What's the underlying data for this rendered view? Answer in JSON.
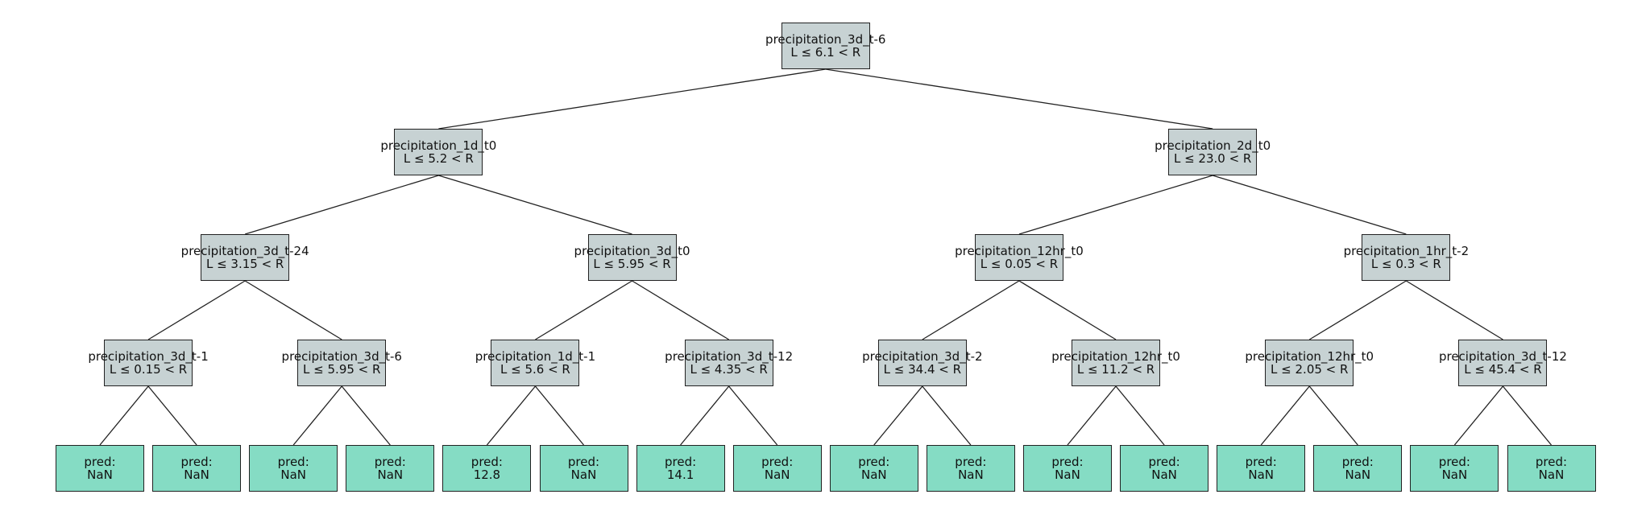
{
  "tree": {
    "split_nodes": [
      {
        "feature": "precipitation_3d_t-6",
        "rule": "L ≤ 6.1 < R"
      },
      {
        "feature": "precipitation_1d_t0",
        "rule": "L ≤ 5.2 < R"
      },
      {
        "feature": "precipitation_2d_t0",
        "rule": "L ≤ 23.0 < R"
      },
      {
        "feature": "precipitation_3d_t-24",
        "rule": "L ≤ 3.15 < R"
      },
      {
        "feature": "precipitation_3d_t0",
        "rule": "L ≤ 5.95 < R"
      },
      {
        "feature": "precipitation_12hr_t0",
        "rule": "L ≤ 0.05 < R"
      },
      {
        "feature": "precipitation_1hr_t-2",
        "rule": "L ≤ 0.3 < R"
      },
      {
        "feature": "precipitation_3d_t-1",
        "rule": "L ≤ 0.15 < R"
      },
      {
        "feature": "precipitation_3d_t-6",
        "rule": "L ≤ 5.95 < R"
      },
      {
        "feature": "precipitation_1d_t-1",
        "rule": "L ≤ 5.6 < R"
      },
      {
        "feature": "precipitation_3d_t-12",
        "rule": "L ≤ 4.35 < R"
      },
      {
        "feature": "precipitation_3d_t-2",
        "rule": "L ≤ 34.4 < R"
      },
      {
        "feature": "precipitation_12hr_t0",
        "rule": "L ≤ 11.2 < R"
      },
      {
        "feature": "precipitation_12hr_t0",
        "rule": "L ≤ 2.05 < R"
      },
      {
        "feature": "precipitation_3d_t-12",
        "rule": "L ≤ 45.4 < R"
      }
    ],
    "leaf_label": "pred:",
    "leaves": [
      "NaN",
      "NaN",
      "NaN",
      "NaN",
      "12.8",
      "NaN",
      "14.1",
      "NaN",
      "NaN",
      "NaN",
      "NaN",
      "NaN",
      "NaN",
      "NaN",
      "NaN",
      "NaN"
    ],
    "colors": {
      "split_fill": "#c7d2d3",
      "leaf_fill": "#85dcc4",
      "edge": "#222222"
    }
  }
}
